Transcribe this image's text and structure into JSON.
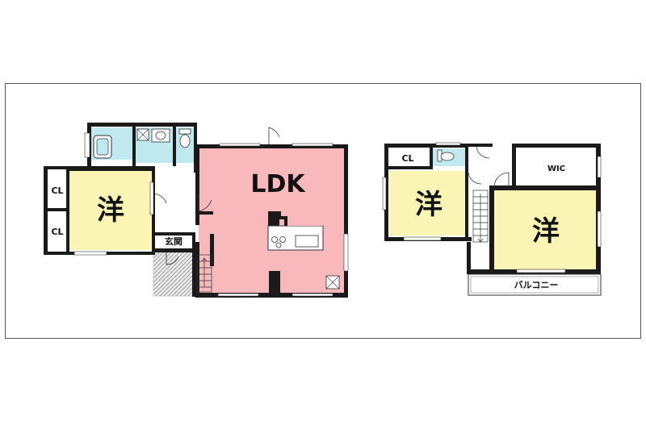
{
  "floors": {
    "first": {
      "rooms": {
        "western": {
          "label": "洋"
        },
        "ldk": {
          "label": "LDK"
        },
        "closet_top": {
          "label": "CL"
        },
        "closet_bottom": {
          "label": "CL"
        },
        "entrance": {
          "label": "玄関"
        }
      }
    },
    "second": {
      "rooms": {
        "western_left": {
          "label": "洋"
        },
        "western_right": {
          "label": "洋"
        },
        "closet": {
          "label": "CL"
        },
        "walk_in_closet": {
          "label": "WIC"
        },
        "balcony": {
          "label": "バルコニー"
        }
      }
    }
  },
  "colors": {
    "western_room": "#fbf5b5",
    "ldk": "#f8b9bd",
    "wet_area": "#bfe9ef",
    "entrance_tile": "#d9d9d9",
    "wall": "#1a1a1a"
  }
}
